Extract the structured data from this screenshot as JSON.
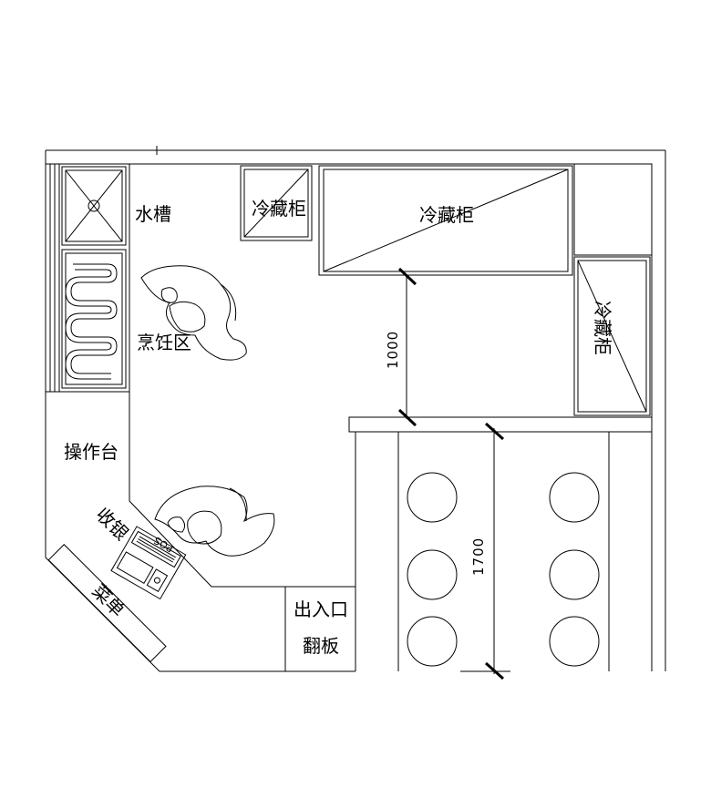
{
  "labels": {
    "sink": "水槽",
    "fridge_small": "冷藏柜",
    "fridge_large": "冷藏柜",
    "fridge_right": "冷藏柜",
    "cooking_area": "烹饪区",
    "counter": "操作台",
    "cashier": "收银",
    "menu": "菜单",
    "entrance": "出入口",
    "flip_board": "翻板",
    "pos": "POS"
  },
  "dimensions": {
    "top_gap": "1000",
    "seating_depth": "1700"
  }
}
